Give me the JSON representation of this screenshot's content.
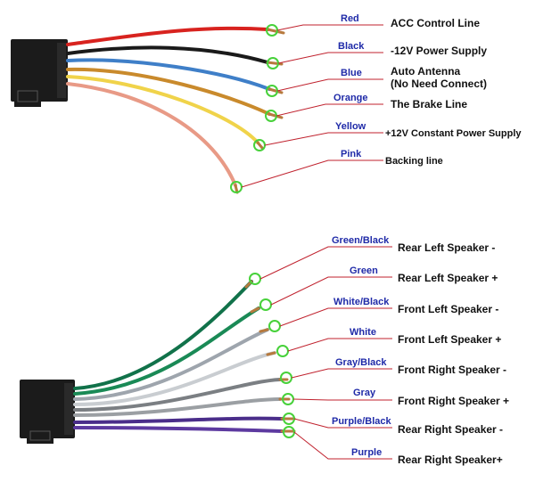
{
  "top_group": [
    {
      "color_name": "Red",
      "function": "ACC Control Line",
      "wire_hex": "#d8231f"
    },
    {
      "color_name": "Black",
      "function": "-12V Power Supply",
      "wire_hex": "#1a1a1a"
    },
    {
      "color_name": "Blue",
      "function": "Auto Antenna",
      "function_line2": "(No Need Connect)",
      "wire_hex": "#3f7fc8"
    },
    {
      "color_name": "Orange",
      "function": "The Brake Line",
      "wire_hex": "#c98a2c"
    },
    {
      "color_name": "Yellow",
      "function": "+12V Constant Power Supply",
      "wire_hex": "#f0d34a"
    },
    {
      "color_name": "Pink",
      "function": "Backing line",
      "wire_hex": "#e89a86"
    }
  ],
  "bottom_group": [
    {
      "color_name": "Green/Black",
      "function": "Rear Left Speaker -",
      "wire_hex": "#11724a"
    },
    {
      "color_name": "Green",
      "function": "Rear Left Speaker +",
      "wire_hex": "#1a8a56"
    },
    {
      "color_name": "White/Black",
      "function": "Front Left Speaker -",
      "wire_hex": "#9ea5ad"
    },
    {
      "color_name": "White",
      "function": "Front Left Speaker +",
      "wire_hex": "#c9cdd1"
    },
    {
      "color_name": "Gray/Black",
      "function": "Front Right Speaker -",
      "wire_hex": "#7b7f83"
    },
    {
      "color_name": "Gray",
      "function": "Front Right Speaker +",
      "wire_hex": "#9b9fa3"
    },
    {
      "color_name": "Purple/Black",
      "function": "Rear Right Speaker -",
      "wire_hex": "#4a2d8a"
    },
    {
      "color_name": "Purple",
      "function": "Rear Right Speaker+",
      "wire_hex": "#5d3aa0"
    }
  ],
  "colors": {
    "connector": "#1b1b1b",
    "leader_line": "#c0222e",
    "marker_ring": "#47d13a",
    "color_label_text": "#1f2aa8",
    "function_text": "#111111"
  }
}
